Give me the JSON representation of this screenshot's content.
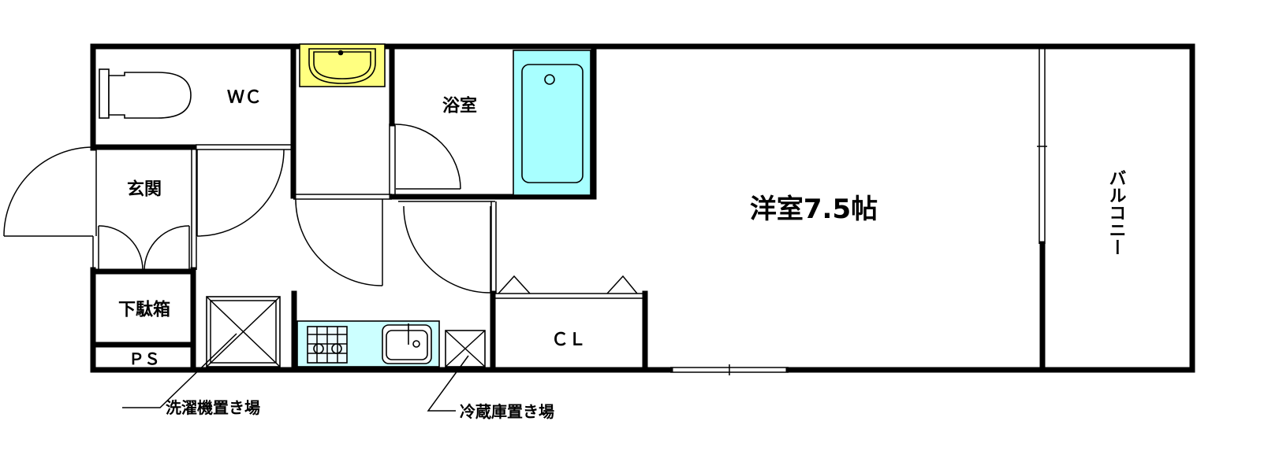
{
  "rooms": {
    "wc": "ＷＣ",
    "entrance": "玄関",
    "shoe_cabinet": "下駄箱",
    "ps": "ＰＳ",
    "bathroom": "浴室",
    "western_room": "洋室7.5帖",
    "closet": "ＣＬ",
    "balcony": "バルコニー"
  },
  "annotations": {
    "washer_space": "洗濯機置き場",
    "fridge_space": "冷蔵庫置き場"
  },
  "colors": {
    "wall": "#000000",
    "wash_basin": "#ffff80",
    "bathtub": "#a8ffff",
    "kitchen_counter": "#ccffff",
    "background": "#ffffff"
  }
}
